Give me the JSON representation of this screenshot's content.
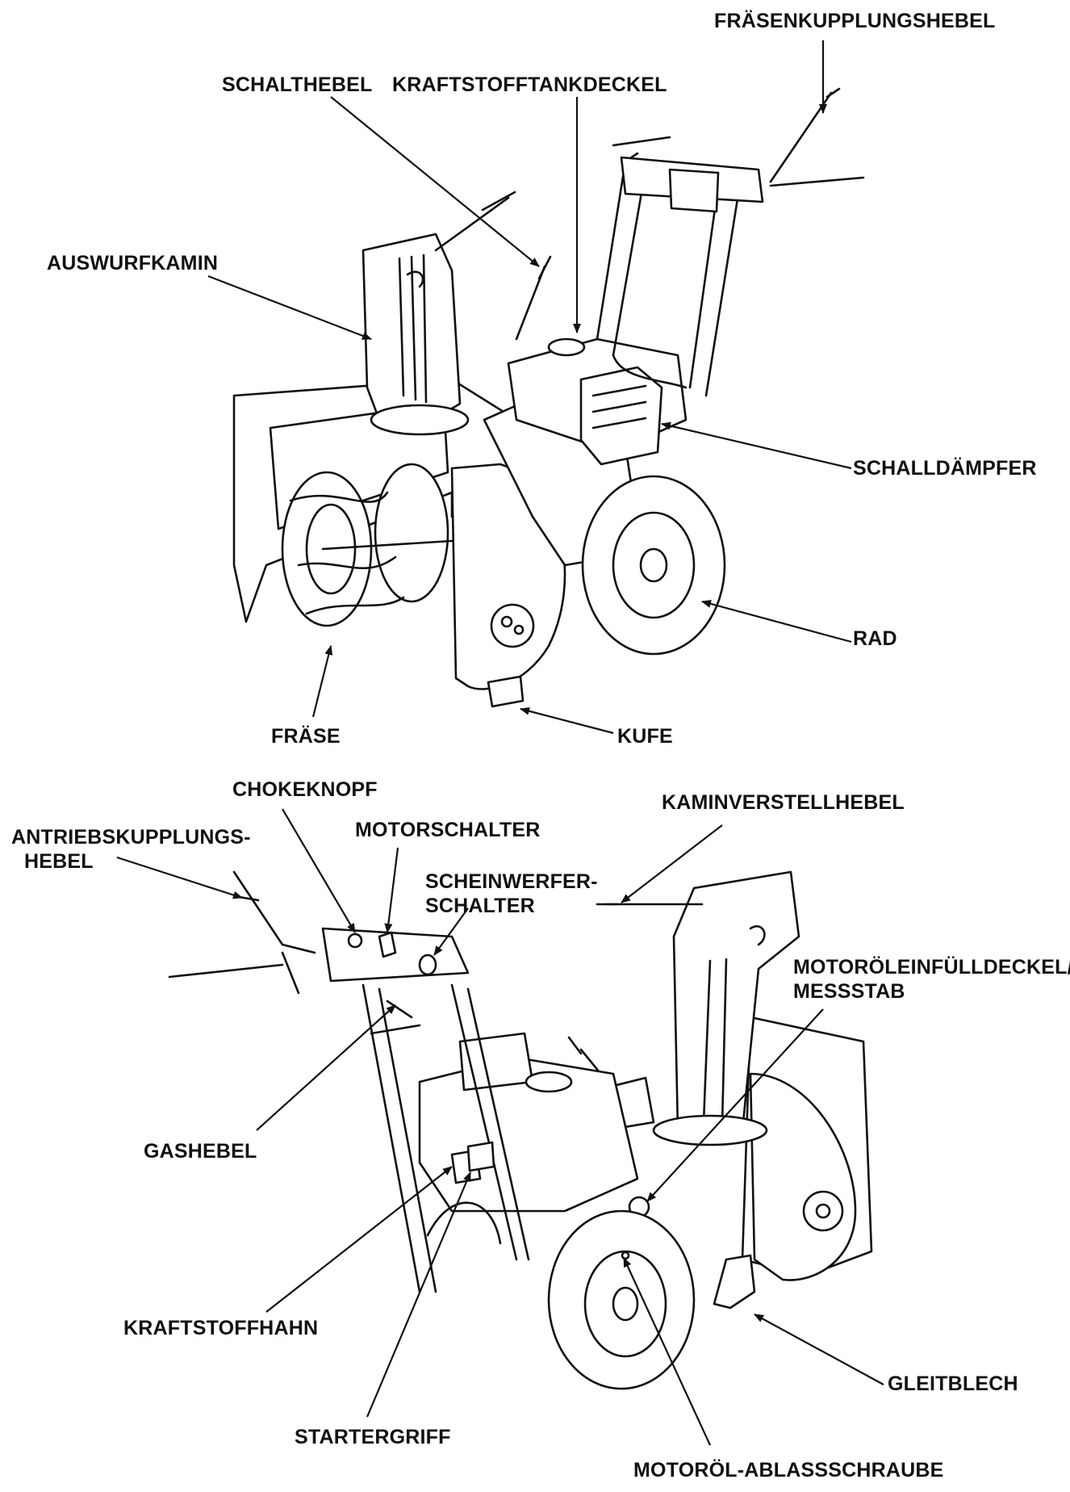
{
  "top_view": {
    "labels": {
      "fraesenkupplungshebel": "FRÄSENKUPPLUNGSHEBEL",
      "schalthebel": "SCHALTHEBEL",
      "kraftstofftankdeckel": "KRAFTSTOFFTANKDECKEL",
      "auswurfkamin": "AUSWURFKAMIN",
      "schalldaempfer": "SCHALLDÄMPFER",
      "rad": "RAD",
      "fraese": "FRÄSE",
      "kufe": "KUFE"
    }
  },
  "bottom_view": {
    "labels": {
      "chokeknopf": "CHOKEKNOPF",
      "antriebskupplungshebel_1": "ANTRIEBSKUPPLUNGS-",
      "antriebskupplungshebel_2": "HEBEL",
      "motorschalter": "MOTORSCHALTER",
      "kaminverstellhebel": "KAMINVERSTELLHEBEL",
      "scheinwerferschalter_1": "SCHEINWERFER-",
      "scheinwerferschalter_2": "SCHALTER",
      "motoroeleinfuelldeckel_1": "MOTORÖLEINFÜLLDECKEL/",
      "motoroeleinfuelldeckel_2": "MESSSTAB",
      "gashebel": "GASHEBEL",
      "kraftstoffhahn": "KRAFTSTOFFHAHN",
      "gleitblech": "GLEITBLECH",
      "startergriff": "STARTERGRIFF",
      "motoroel_ablassschraube": "MOTORÖL-ABLASSSCHRAUBE"
    }
  }
}
